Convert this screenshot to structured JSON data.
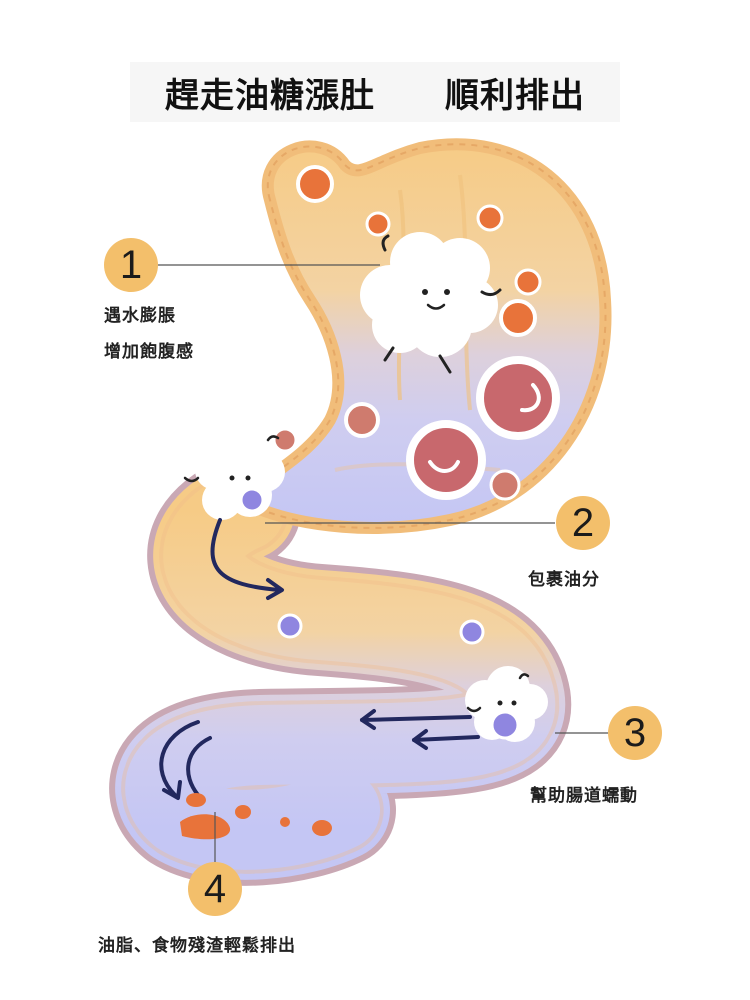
{
  "title": {
    "left": "趕走油糖漲肚",
    "right": "順利排出"
  },
  "steps": [
    {
      "number": "1",
      "lines": [
        "遇水膨脹",
        "增加飽腹感"
      ]
    },
    {
      "number": "2",
      "lines": [
        "包裹油分"
      ]
    },
    {
      "number": "3",
      "lines": [
        "幫助腸道蠕動"
      ]
    },
    {
      "number": "4",
      "lines": [
        "油脂、食物殘渣輕鬆排出"
      ]
    }
  ],
  "colors": {
    "badge": "#f3bf6b",
    "stomach_fill": "#f6cf8f",
    "intestine_fill": "#c9c8f3",
    "outline": "#c9a8b4",
    "arrow": "#22285e",
    "oil_drop": "#e8733a",
    "fiber_bubble": "#8f86e0"
  }
}
